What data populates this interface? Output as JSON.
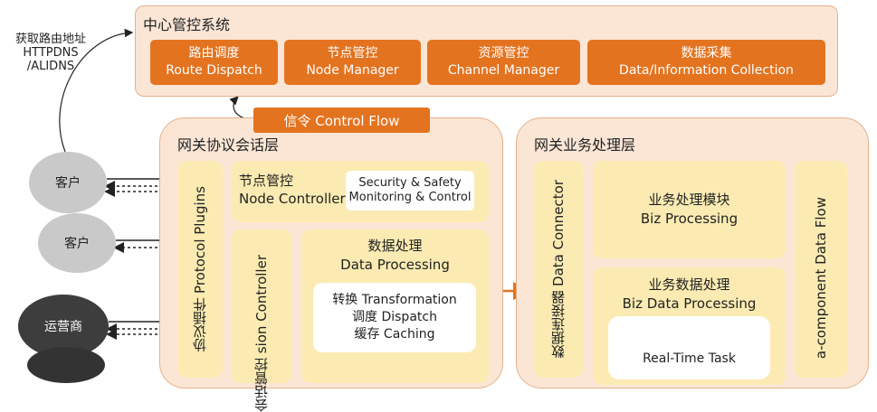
{
  "central_system": {
    "title": "中心管控系统",
    "modules": [
      {
        "cn": "路由调度",
        "en": "Route Dispatch"
      },
      {
        "cn": "节点管控",
        "en": "Node Manager"
      },
      {
        "cn": "资源管控",
        "en": "Channel Manager"
      },
      {
        "cn": "数据采集",
        "en": "Data/Information Collection"
      }
    ]
  },
  "control_flow": "信令 Control Flow",
  "dns": {
    "line1": "获取路由地址",
    "line2": "HTTPDNS",
    "line3": "/ALIDNS"
  },
  "clients": {
    "client1": "客户",
    "client2": "客户",
    "operator": "运营商"
  },
  "gateway_session": {
    "title": "网关协议会话层",
    "protocol_plugins": "协议插件 Protocol Plugins",
    "node_controller": {
      "cn": "节点管控",
      "en": "Node Controller"
    },
    "security": {
      "line1": "Security & Safety",
      "line2": "Monitoring & Control"
    },
    "session_controller": "会话管控 sion Controller",
    "data_processing": {
      "cn": "数据处理",
      "en": "Data Processing",
      "items": [
        "转换 Transformation",
        "调度 Dispatch",
        "缓存 Caching"
      ]
    }
  },
  "gateway_biz": {
    "title": "网关业务处理层",
    "data_connector": "数据连接器 Data Connector",
    "biz_processing": {
      "cn": "业务处理模块",
      "en": "Biz Processing"
    },
    "biz_data_processing": {
      "cn": "业务数据处理",
      "en": "Biz Data Processing"
    },
    "realtime_task": "Real-Time Task",
    "inter_component": "a-component Data Flow"
  },
  "colors": {
    "orange": "#e4731f",
    "peach": "#fbe6d6",
    "yellow": "#fbebb2",
    "client_gray": "#c9c9c9",
    "operator_dark": "#3d3d3d"
  }
}
